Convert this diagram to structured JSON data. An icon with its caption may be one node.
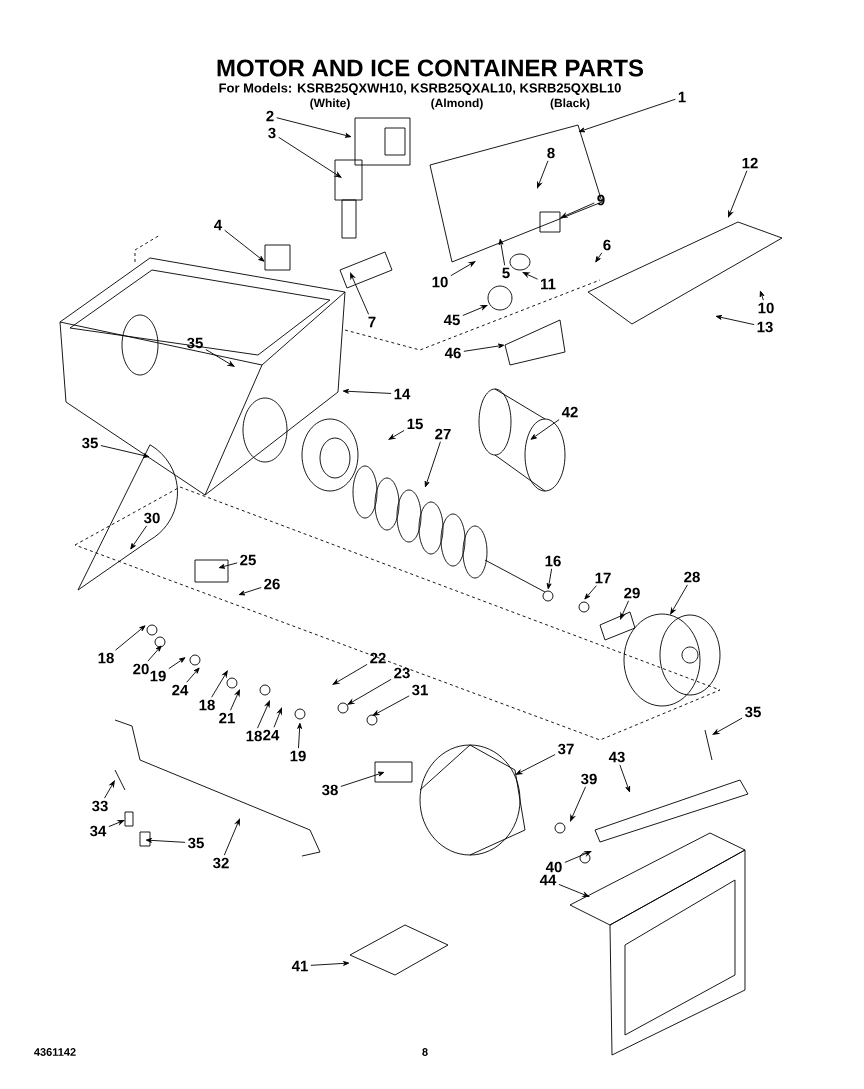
{
  "diagram": {
    "title": "MOTOR AND ICE CONTAINER PARTS",
    "nodes": [
      {
        "text": [
          "1"
        ]
      },
      {
        "text": [
          "2"
        ]
      },
      {
        "text": [
          "3"
        ]
      },
      {
        "text": [
          "8"
        ]
      },
      {
        "text": [
          "12"
        ]
      },
      {
        "text": [
          "9"
        ]
      },
      {
        "text": [
          "6"
        ]
      },
      {
        "text": [
          "4"
        ]
      },
      {
        "text": [
          "5"
        ]
      },
      {
        "text": [
          "10"
        ]
      },
      {
        "text": [
          "11"
        ]
      },
      {
        "text": [
          "10"
        ]
      },
      {
        "text": [
          "13"
        ]
      },
      {
        "text": [
          "7"
        ]
      },
      {
        "text": [
          "45"
        ]
      },
      {
        "text": [
          "46"
        ]
      },
      {
        "text": [
          "35"
        ]
      },
      {
        "text": [
          "14"
        ]
      },
      {
        "text": [
          "15"
        ]
      },
      {
        "text": [
          "42"
        ]
      },
      {
        "text": [
          "27"
        ]
      },
      {
        "text": [
          "35"
        ]
      },
      {
        "text": [
          "30"
        ]
      },
      {
        "text": [
          "16"
        ]
      },
      {
        "text": [
          "17"
        ]
      },
      {
        "text": [
          "29"
        ]
      },
      {
        "text": [
          "25"
        ]
      },
      {
        "text": [
          "26"
        ]
      },
      {
        "text": [
          "28"
        ]
      },
      {
        "text": [
          "18"
        ]
      },
      {
        "text": [
          "20"
        ]
      },
      {
        "text": [
          "19"
        ]
      },
      {
        "text": [
          "24"
        ]
      },
      {
        "text": [
          "18"
        ]
      },
      {
        "text": [
          "21"
        ]
      },
      {
        "text": [
          "18"
        ]
      },
      {
        "text": [
          "24"
        ]
      },
      {
        "text": [
          "22"
        ]
      },
      {
        "text": [
          "23"
        ]
      },
      {
        "text": [
          "31"
        ]
      },
      {
        "text": [
          "19"
        ]
      },
      {
        "text": [
          "35"
        ]
      },
      {
        "text": [
          "37"
        ]
      },
      {
        "text": [
          "43"
        ]
      },
      {
        "text": [
          "38"
        ]
      },
      {
        "text": [
          "39"
        ]
      },
      {
        "text": [
          "33"
        ]
      },
      {
        "text": [
          "34"
        ]
      },
      {
        "text": [
          "35"
        ]
      },
      {
        "text": [
          "32"
        ]
      },
      {
        "text": [
          "40"
        ]
      },
      {
        "text": [
          "44"
        ]
      },
      {
        "text": [
          "41"
        ]
      }
    ],
    "edges": [
      {
        "from": 0,
        "to": null,
        "arrow": "to"
      },
      {
        "from": 1,
        "to": null,
        "arrow": "to"
      },
      {
        "from": 2,
        "to": null,
        "arrow": "to"
      },
      {
        "from": 3,
        "to": null,
        "arrow": "to"
      },
      {
        "from": 4,
        "to": null,
        "arrow": "to"
      },
      {
        "from": 5,
        "to": null,
        "arrow": "to"
      },
      {
        "from": 6,
        "to": null,
        "arrow": "to"
      },
      {
        "from": 7,
        "to": null,
        "arrow": "to"
      },
      {
        "from": 8,
        "to": null,
        "arrow": "to"
      },
      {
        "from": 9,
        "to": null,
        "arrow": "to"
      },
      {
        "from": 10,
        "to": null,
        "arrow": "to"
      },
      {
        "from": 11,
        "to": null,
        "arrow": "to"
      },
      {
        "from": 12,
        "to": null,
        "arrow": "to"
      },
      {
        "from": 13,
        "to": null,
        "arrow": "to"
      },
      {
        "from": 14,
        "to": null,
        "arrow": "to"
      },
      {
        "from": 15,
        "to": null,
        "arrow": "to"
      },
      {
        "from": 16,
        "to": null,
        "arrow": "to"
      },
      {
        "from": 17,
        "to": null,
        "arrow": "to"
      },
      {
        "from": 18,
        "to": null,
        "arrow": "to"
      },
      {
        "from": 19,
        "to": null,
        "arrow": "to"
      },
      {
        "from": 20,
        "to": null,
        "arrow": "to"
      },
      {
        "from": 21,
        "to": null,
        "arrow": "to"
      },
      {
        "from": 22,
        "to": null,
        "arrow": "to"
      },
      {
        "from": 23,
        "to": null,
        "arrow": "to"
      },
      {
        "from": 24,
        "to": null,
        "arrow": "to"
      },
      {
        "from": 25,
        "to": null,
        "arrow": "to"
      },
      {
        "from": 26,
        "to": null,
        "arrow": "to"
      },
      {
        "from": 27,
        "to": null,
        "arrow": "to"
      },
      {
        "from": 28,
        "to": null,
        "arrow": "to"
      },
      {
        "from": 29,
        "to": null,
        "arrow": "to"
      },
      {
        "from": 30,
        "to": null,
        "arrow": "to"
      },
      {
        "from": 31,
        "to": null,
        "arrow": "to"
      },
      {
        "from": 32,
        "to": null,
        "arrow": "to"
      },
      {
        "from": 33,
        "to": null,
        "arrow": "to"
      },
      {
        "from": 34,
        "to": null,
        "arrow": "to"
      },
      {
        "from": 35,
        "to": null,
        "arrow": "to"
      },
      {
        "from": 36,
        "to": null,
        "arrow": "to"
      },
      {
        "from": 37,
        "to": null,
        "arrow": "to"
      },
      {
        "from": 38,
        "to": null,
        "arrow": "to"
      },
      {
        "from": 39,
        "to": null,
        "arrow": "to"
      },
      {
        "from": 40,
        "to": null,
        "arrow": "to"
      },
      {
        "from": 41,
        "to": null,
        "arrow": "to"
      },
      {
        "from": 42,
        "to": null,
        "arrow": "to"
      },
      {
        "from": 43,
        "to": null,
        "arrow": "to"
      },
      {
        "from": 44,
        "to": null,
        "arrow": "to"
      },
      {
        "from": 45,
        "to": null,
        "arrow": "to"
      },
      {
        "from": 46,
        "to": null,
        "arrow": "to"
      },
      {
        "from": 47,
        "to": null,
        "arrow": "to"
      },
      {
        "from": 48,
        "to": null,
        "arrow": "to"
      },
      {
        "from": 49,
        "to": null,
        "arrow": "to"
      },
      {
        "from": 50,
        "to": null,
        "arrow": "to"
      },
      {
        "from": 51,
        "to": null,
        "arrow": "to"
      },
      {
        "from": 52,
        "to": null,
        "arrow": "to"
      }
    ],
    "labels": [
      "For Models: KSRB25QXWH10, KSRB25QXAL10, KSRB25QXBL10",
      "(White)",
      "(Almond)",
      "(Black)",
      "4361142",
      "8"
    ]
  }
}
